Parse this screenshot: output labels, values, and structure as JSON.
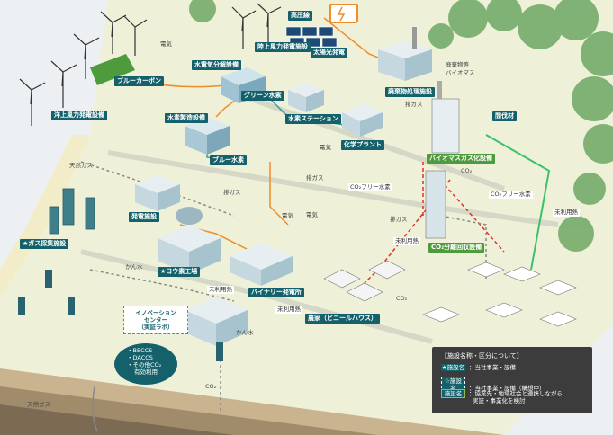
{
  "labels": {
    "offshore_wind": "洋上風力発電設備",
    "blue_carbon": "ブルーカーボン",
    "onshore_wind": "陸上風力発電施設",
    "solar": "太陽光発電",
    "high_voltage": "高圧線",
    "electricity_1": "電気",
    "electricity_2": "電気",
    "electricity_3": "電気",
    "electricity_4": "電気",
    "hydro_electrolysis": "水電気分解設備",
    "green_hydrogen": "グリーン水素",
    "hydrogen_plant": "水素製造設備",
    "hydrogen_station": "水素ステーション",
    "chemical_plant": "化学プラント",
    "waste_facility": "廃棄物処理施設",
    "waste_biomass": "廃棄物等\nバイオマス",
    "thinned_wood": "間伐材",
    "exhaust_gas_1": "排ガス",
    "exhaust_gas_2": "排ガス",
    "exhaust_gas_3": "排ガス",
    "exhaust_gas_4": "排ガス",
    "biomass_gasification": "バイオマスガス化設備",
    "co2_1": "CO₂",
    "co2_2": "CO₂",
    "co2_3": "CO₂",
    "co2_free_hydrogen_1": "CO₂フリー水素",
    "co2_free_hydrogen_2": "CO₂フリー水素",
    "unused_heat_1": "未利用熱",
    "unused_heat_2": "未利用熱",
    "unused_heat_3": "未利用熱",
    "unused_heat_4": "未利用熱",
    "natural_gas_top": "天然ガス",
    "natural_gas_bottom": "天然ガス",
    "blue_hydrogen": "ブルー水素",
    "power_plant": "発電施設",
    "gas_field": "ガス採集施設",
    "iodine_plant": "ヨウ素工場",
    "brine_1": "かん水",
    "brine_2": "かん水",
    "binary_plant": "バイナリー発電所",
    "farmhouse": "農家（ビニールハウス）",
    "co2_capture": "CO₂分離回収設備",
    "innovation_center": "イノベーション\nセンター\n（実証ラボ）"
  },
  "bubble": {
    "line1": "・BECCS",
    "line2": "・DACCS",
    "line3": "・その他CO₂",
    "line4": "有効利用"
  },
  "legend": {
    "title": "【施設名称・区分について】",
    "tag1": "★施設名",
    "desc1": "：当社事業・設備",
    "tag2": "☆施設名",
    "desc2": "：当社事業・設備（構想中）",
    "tag3": "施設名",
    "desc3a": "：協業先・地域社会と連携しながら",
    "desc3b": "実証・事業化を検討"
  },
  "colors": {
    "teal": "#15616b",
    "green": "#4e9b3e",
    "orange": "#f08c2a",
    "red": "#e0312b",
    "lime_arrow": "#3cc06a",
    "sea": "#e6ecef",
    "land": "#eef0d6"
  }
}
